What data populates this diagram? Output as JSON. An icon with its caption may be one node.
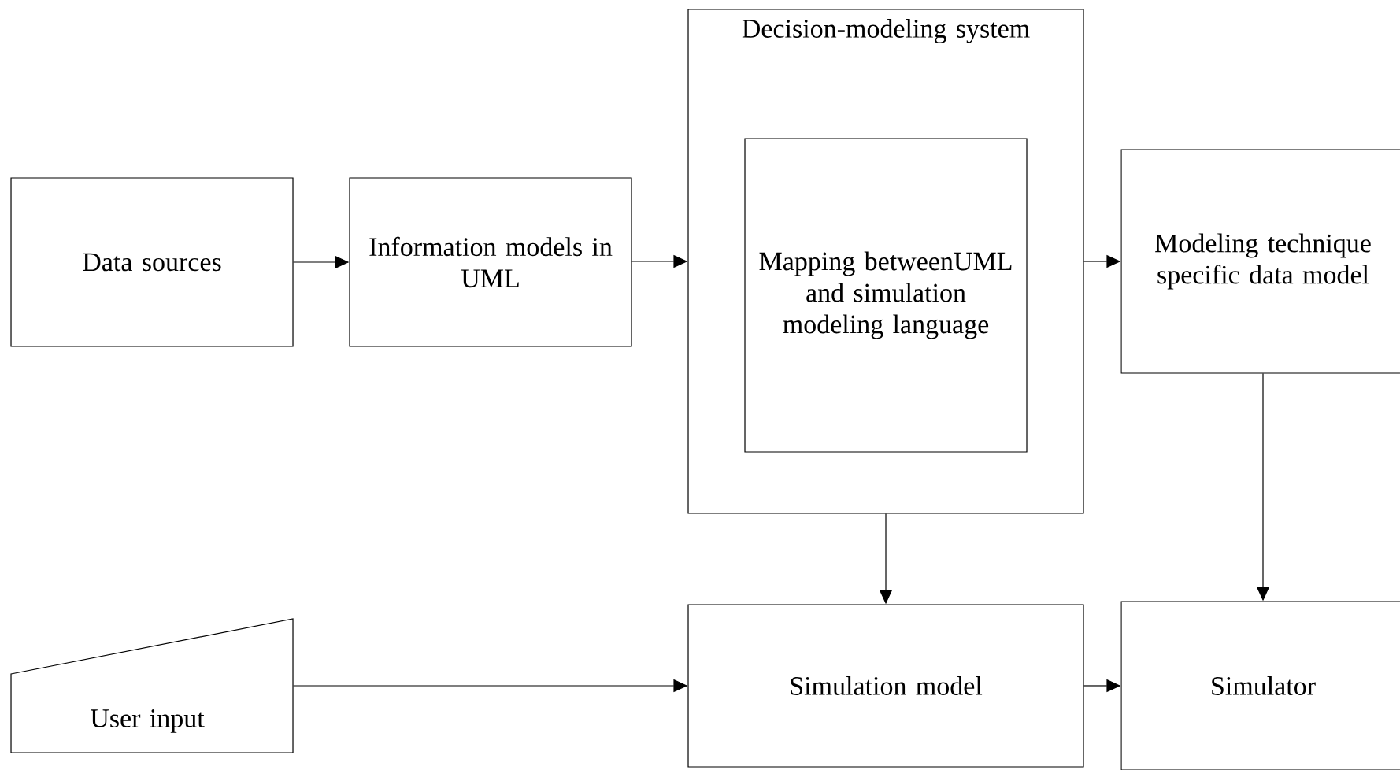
{
  "diagram": {
    "nodes": [
      {
        "text": [
          "Data sources"
        ]
      },
      {
        "text": [
          "Information models in UML"
        ]
      },
      {
        "text": [
          "Decision-modeling system"
        ]
      },
      {
        "text": [
          "Mapping betweenUML and simulation modeling language"
        ],
        "in": 2
      },
      {
        "text": [
          "Modeling technique specific data model"
        ]
      },
      {
        "text": [
          "User input"
        ]
      },
      {
        "text": [
          "Simulation model"
        ]
      },
      {
        "text": [
          "Simulator"
        ]
      }
    ],
    "edges": [
      {
        "from": 0,
        "to": 1,
        "arrow": "to"
      },
      {
        "from": 1,
        "to": 2,
        "arrow": "to"
      },
      {
        "from": 2,
        "to": 4,
        "arrow": "to"
      },
      {
        "from": 2,
        "to": 6,
        "arrow": "to"
      },
      {
        "from": 4,
        "to": 7,
        "arrow": "to"
      },
      {
        "from": 5,
        "to": 6,
        "arrow": "to"
      },
      {
        "from": 6,
        "to": 7,
        "arrow": "to"
      }
    ]
  }
}
